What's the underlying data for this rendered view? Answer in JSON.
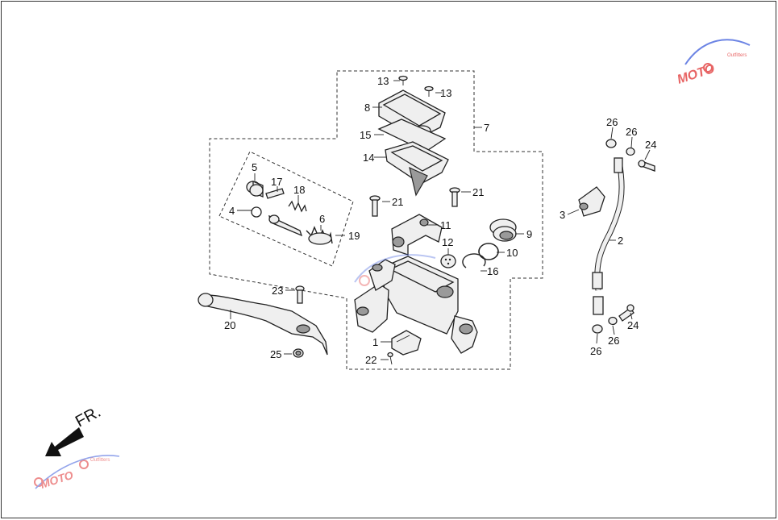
{
  "callouts": {
    "c1": "1",
    "c2": "2",
    "c3": "3",
    "c4": "4",
    "c5": "5",
    "c6": "6",
    "c7": "7",
    "c8": "8",
    "c9": "9",
    "c10": "10",
    "c11": "11",
    "c12": "12",
    "c13a": "13",
    "c13b": "13",
    "c14": "14",
    "c15": "15",
    "c16": "16",
    "c17": "17",
    "c18": "18",
    "c19": "19",
    "c20": "20",
    "c21a": "21",
    "c21b": "21",
    "c22": "22",
    "c23": "23",
    "c24a": "24",
    "c24b": "24",
    "c25": "25",
    "c26a": "26",
    "c26b": "26",
    "c26c": "26",
    "c26d": "26"
  },
  "direction_label": "FR.",
  "watermark": {
    "text": "MOTO",
    "sub": "Outfitters"
  },
  "colors": {
    "line": "#222222",
    "part_fill": "#efefef",
    "watermark_blue": "#3b5bdb",
    "watermark_red": "#e03131"
  }
}
